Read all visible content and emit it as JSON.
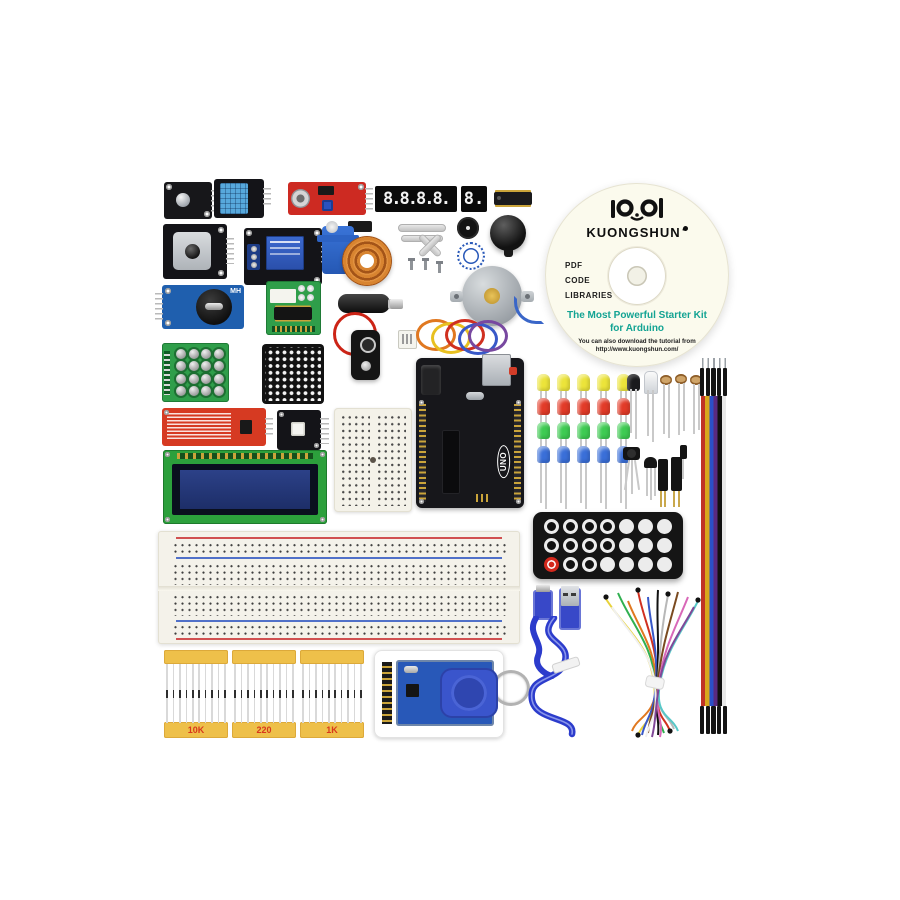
{
  "cd": {
    "brand": "KUONGSHUN",
    "files": [
      "PDF",
      "CODE",
      "LIBRARIES"
    ],
    "title_line1": "The Most Powerful Starter Kit",
    "title_line2": "for Arduino",
    "footer_line1": "You can also download the tutorial from",
    "footer_line2": "http://www.kuongshun.com/",
    "title_color": "#13a393"
  },
  "seven_segment": {
    "four_digit": "8.8.8.8.",
    "one_digit": "8."
  },
  "arduino": {
    "logo": "UNO"
  },
  "rtc": {
    "label": "MH"
  },
  "resistors": {
    "tape_color": "#eec04a",
    "label_color": "#d8381c",
    "groups": [
      {
        "label": "10K",
        "count": 10
      },
      {
        "label": "220",
        "count": 10
      },
      {
        "label": "1K",
        "count": 10
      }
    ]
  },
  "leds": {
    "per_row": 5,
    "rows": [
      {
        "name": "yellow",
        "color": "#ece43a"
      },
      {
        "name": "red",
        "color": "#e23b28"
      },
      {
        "name": "green",
        "color": "#3ecb52"
      },
      {
        "name": "blue",
        "color": "#3a6fd8"
      }
    ]
  },
  "remote": {
    "buttons": [
      "ring",
      "ring",
      "ring",
      "ring",
      "solid",
      "solid",
      "solid",
      "ring",
      "ring",
      "ring",
      "ring",
      "solid",
      "solid",
      "solid",
      "red",
      "ring",
      "ring",
      "solid",
      "solid",
      "solid",
      "solid"
    ],
    "power_color": "#d3281c"
  },
  "ribbon": {
    "connectors": 5,
    "colors": [
      "#c03424",
      "#d8a81c",
      "#2a50c8",
      "#5a2a80",
      "#101010",
      "#e8e8e8"
    ]
  },
  "jumpers": {
    "colors": [
      "#e8d23a",
      "#30b050",
      "#e07820",
      "#d03020",
      "#3858c8",
      "#111111",
      "#b8b8b8",
      "#7a4a20",
      "#d868b8",
      "#58c8c8",
      "#f0f0f0",
      "#804898"
    ]
  }
}
